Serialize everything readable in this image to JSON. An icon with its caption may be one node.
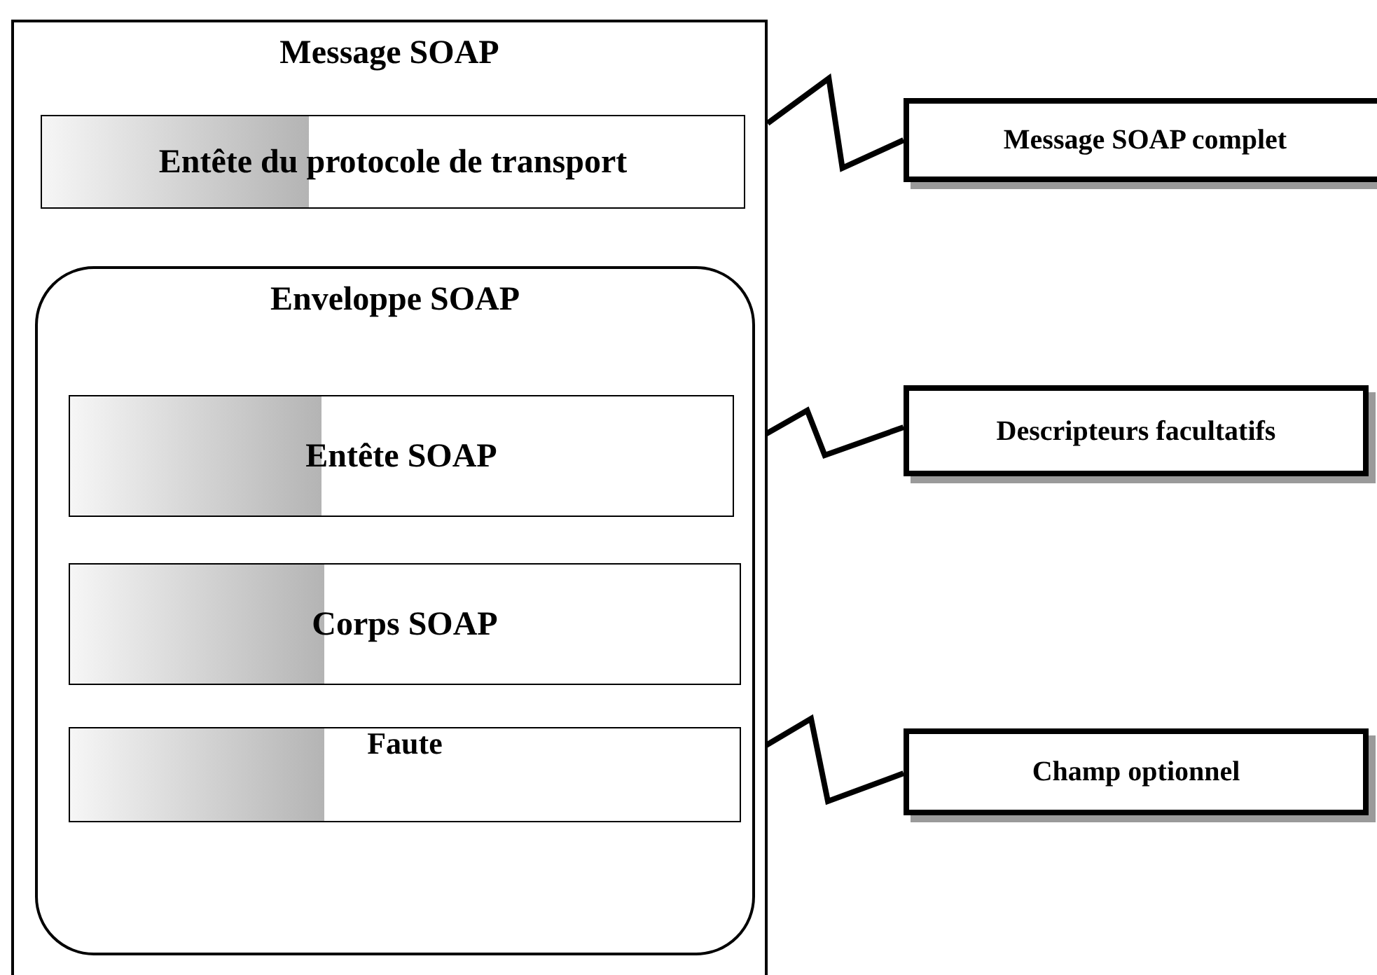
{
  "diagram": {
    "nodes": [
      {
        "text": [
          "Message SOAP"
        ]
      },
      {
        "text": [
          "Entête du protocole de transport"
        ],
        "in": 0
      },
      {
        "text": [
          "Enveloppe SOAP"
        ],
        "in": 0
      },
      {
        "text": [
          "Entête SOAP"
        ],
        "in": 2
      },
      {
        "text": [
          "Corps SOAP"
        ],
        "in": 2
      },
      {
        "text": [
          "Faute"
        ],
        "in": 2
      },
      {
        "text": [
          "Message SOAP complet"
        ]
      },
      {
        "text": [
          "Descripteurs facultatifs"
        ]
      },
      {
        "text": [
          "Champ optionnel"
        ]
      }
    ],
    "edges": [
      {
        "from": 0,
        "to": 6,
        "arrow": "none"
      },
      {
        "from": 3,
        "to": 7,
        "arrow": "none"
      },
      {
        "from": 5,
        "to": 8,
        "arrow": "none"
      }
    ]
  }
}
